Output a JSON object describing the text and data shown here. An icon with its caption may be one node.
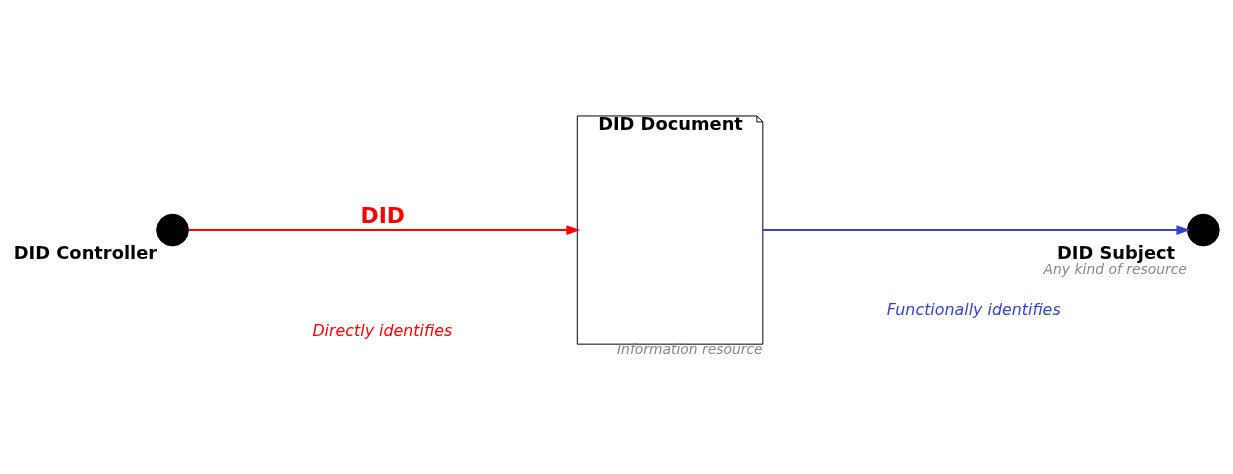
{
  "diagram": {
    "nodes": [
      {
        "text": [],
        "shape": "circle",
        "beside": [
          "DID Controller"
        ]
      },
      {
        "text": [
          "DID Document"
        ],
        "beside": [
          "Information resource"
        ]
      },
      {
        "text": [],
        "shape": "circle",
        "beside": [
          "DID Subject",
          "Any kind of resource"
        ]
      }
    ],
    "edges": [
      {
        "from": 0,
        "to": 1,
        "arrow": "to",
        "label": "DID",
        "color": "#ff0000"
      },
      {
        "from": 1,
        "to": 2,
        "arrow": "to",
        "color": "#3344cc"
      }
    ],
    "labels": [
      "Directly identifies",
      "Functionally identifies"
    ]
  }
}
